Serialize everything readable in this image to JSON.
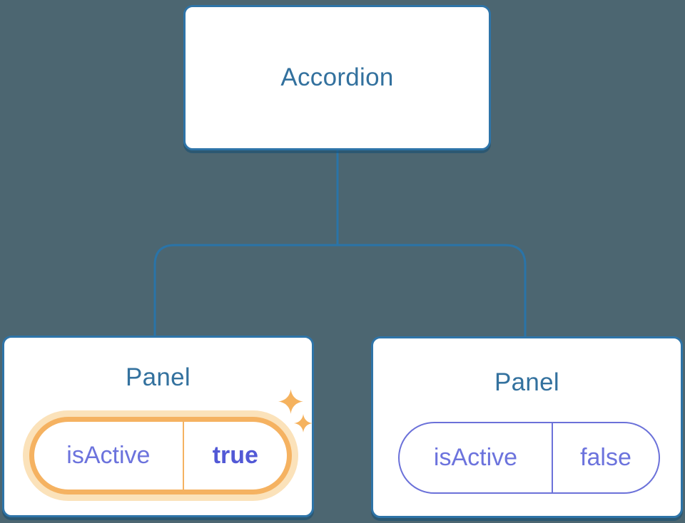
{
  "tree": {
    "root": {
      "label": "Accordion"
    },
    "children": [
      {
        "label": "Panel",
        "state": {
          "name": "isActive",
          "value": "true",
          "highlighted": true
        }
      },
      {
        "label": "Panel",
        "state": {
          "name": "isActive",
          "value": "false",
          "highlighted": false
        }
      }
    ]
  },
  "icons": {
    "sparkle_large": "sparkle-icon",
    "sparkle_small": "sparkle-icon"
  },
  "colors": {
    "background": "#4c6671",
    "node_border": "#2e74a8",
    "node_shadow": "rgba(18,76,115,0.55)",
    "node_text": "#33719e",
    "connector": "#2a74a8",
    "state_text": "#6c73dd",
    "state_border": "#6b71d9",
    "state_value_active": "#5259d6",
    "highlight": "#f5b261",
    "highlight_glow": "#fbe2ba",
    "sparkle": "#f5b25e"
  }
}
